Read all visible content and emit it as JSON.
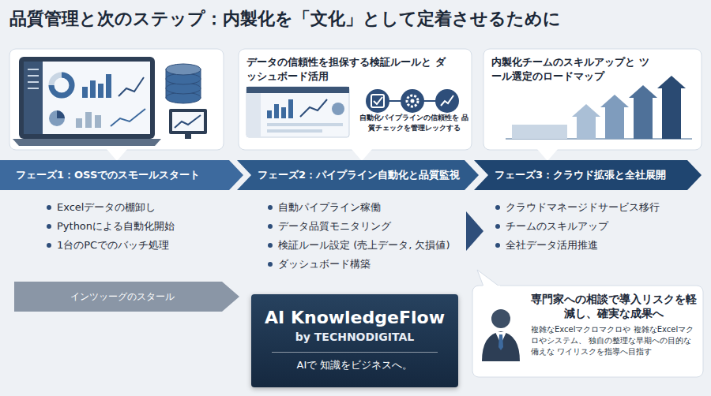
{
  "diagram": {
    "title": "品質管理と次のステップ：内製化を「文化」として定着させるために",
    "nodes": [
      {
        "text": [
          "データの信頼性を担保する検証ルールと ダッシュボード活用",
          "自動化パイプラインの信頼性を 品質チェックを管理レックする"
        ]
      },
      {
        "text": [
          "内製化チームのスキルアップと ツール選定のロードマップ"
        ]
      },
      {
        "text": [
          "フェーズ1：OSSでのスモールスタート"
        ]
      },
      {
        "text": [
          "フェーズ2：パイプライン自動化と品質監視"
        ]
      },
      {
        "text": [
          "フェーズ3：クラウド拡張と全社展開"
        ]
      },
      {
        "text": [
          "インツッーグのスタール"
        ]
      },
      {
        "text": [
          "AI KnowledgeFlow",
          "by TECHNODIGITAL",
          "AIで 知識をビジネスへ。"
        ]
      },
      {
        "text": [
          "専門家への相談で導入リスクを軽減し、確実な成果へ",
          "複雑なExcelマクロマクロや 複雑なExcelマクロやシステム、 独自の整理な早期への目的な備えな ワイリスクを指導へ目指す"
        ]
      }
    ],
    "labels": [
      "Excelデータの棚卸し",
      "Pythonによる自動化開始",
      "1台のPCでのバッチ処理",
      "自動パイプライン稼働",
      "データ品質モニタリング",
      "検証ルール設定 (売上データ, 欠損値)",
      "ダッシュボード構築",
      "クラウドマネージドサービス移行",
      "チームのスキルアップ",
      "全社データ活用推進"
    ]
  }
}
